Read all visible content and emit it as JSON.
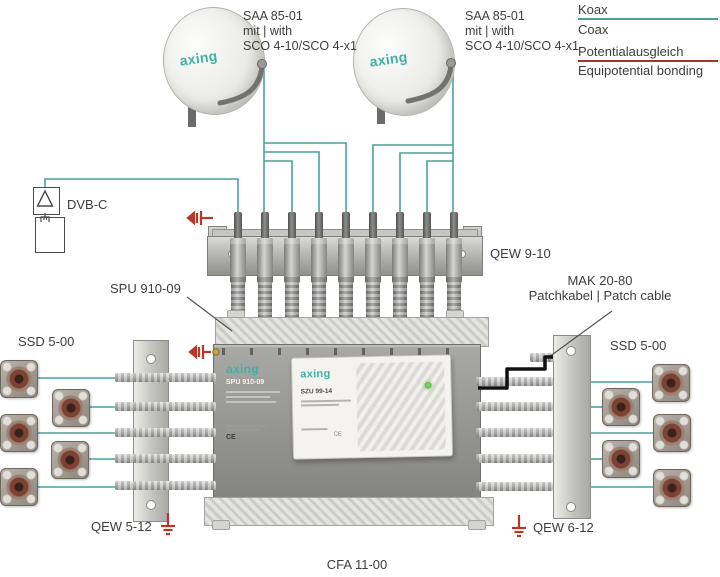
{
  "colors": {
    "coax_line": "#4AA19B",
    "bonding_line": "#9C372B",
    "ground_symbol": "#B5382B",
    "brand_teal": "#3FB0A5",
    "text": "#3D3D3B"
  },
  "legend": {
    "koax": "Koax",
    "coax": "Coax",
    "potentialausgleich": "Potentialausgleich",
    "equipotential": "Equipotential bonding"
  },
  "dishes": {
    "brand": "axing",
    "count": 2,
    "label": {
      "line1": "SAA 85-01",
      "line2": "mit | with",
      "line3": "SCO 4-10/SCO 4-x1"
    }
  },
  "dvbc": {
    "label": "DVB-C"
  },
  "rail_top": {
    "label": "QEW 9-10",
    "connector_count": 9
  },
  "multiswitch": {
    "callout": "SPU 910-09",
    "brand": "axing",
    "model": "SPU 910-09",
    "ce": "CE"
  },
  "psu": {
    "brand": "axing",
    "model": "SZU 99-14",
    "ce": "CE"
  },
  "patch_cable": {
    "line1": "MAK 20-80",
    "line2": "Patchkabel | Patch cable"
  },
  "outlets_left": {
    "label": "SSD 5-00",
    "count": 5
  },
  "outlets_right": {
    "label": "SSD 5-00",
    "count": 5
  },
  "rail_left": {
    "label": "QEW 5-12"
  },
  "rail_right": {
    "label": "QEW 6-12"
  },
  "terminators": {
    "label": "CFA 11-00",
    "count": 9
  }
}
